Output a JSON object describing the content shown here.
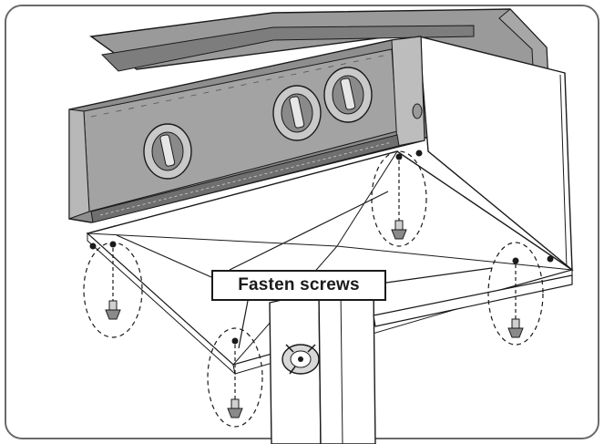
{
  "callout": {
    "label": "Fasten screws"
  },
  "colors": {
    "panel_dark": "#8a8a8a",
    "panel_mid": "#b5b5b5",
    "panel_light": "#d2d2d2",
    "line": "#1a1a1a",
    "background": "#ffffff",
    "frame": "#6a6a6a"
  },
  "parts": {
    "knob_count": 3,
    "screw_count": 4,
    "icons": [
      "control-knob-icon",
      "screw-icon",
      "leveling-foot-icon"
    ]
  }
}
